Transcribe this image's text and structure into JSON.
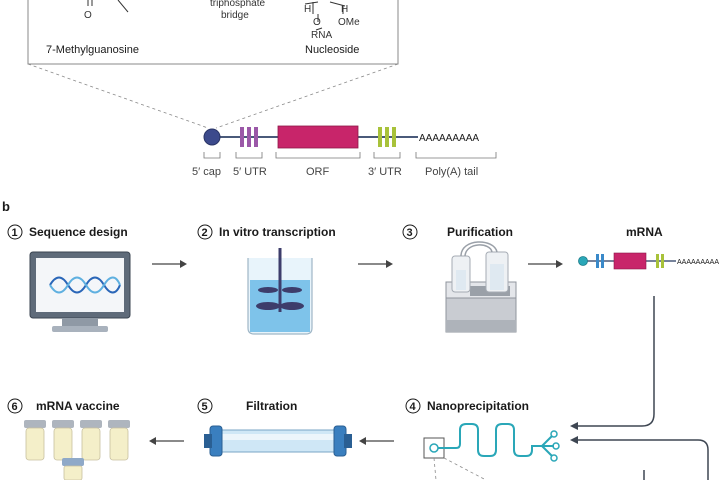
{
  "panel_a": {
    "chem": {
      "o": "O",
      "bridge_partial": "triphosphate",
      "bridge": "bridge",
      "h1": "H",
      "o2": "O",
      "h2": "H",
      "ome": "OMe",
      "rna": "RNA",
      "left_name": "7-Methylguanosine",
      "right_name": "Nucleoside"
    },
    "regions": [
      "5′ cap",
      "5′ UTR",
      "ORF",
      "3′ UTR",
      "Poly(A) tail"
    ],
    "polya_seq": "AAAAAAAAA"
  },
  "panel_b": {
    "label": "b",
    "steps": [
      {
        "num": "1",
        "title": "Sequence design"
      },
      {
        "num": "2",
        "title": "In vitro transcription"
      },
      {
        "num": "3",
        "title": "Purification"
      },
      {
        "num": "",
        "title": "mRNA"
      },
      {
        "num": "4",
        "title": "Nanoprecipitation"
      },
      {
        "num": "5",
        "title": "Filtration"
      },
      {
        "num": "6",
        "title": "mRNA vaccine"
      }
    ],
    "mrna_polya": "AAAAAAAAA"
  },
  "colors": {
    "orf": "#c8256a",
    "utr5": "#9b58a8",
    "utr3": "#a8c23a",
    "cap": "#3c4a8c",
    "line": "#4a5a7a",
    "accent": "#2aa7b8"
  }
}
